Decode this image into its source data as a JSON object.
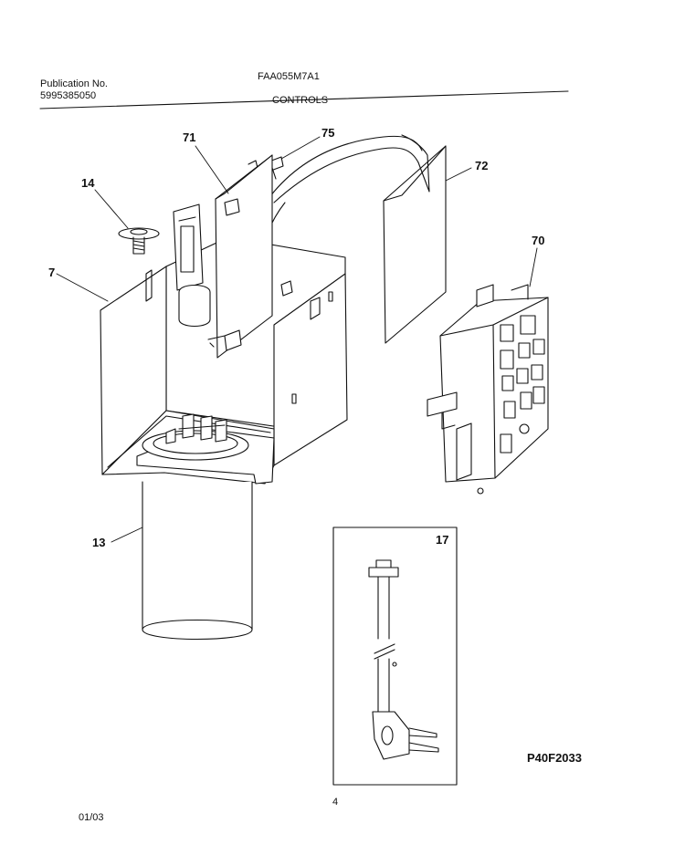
{
  "header": {
    "publication_label": "Publication No.",
    "publication_number": "5995385050",
    "model": "FAA055M7A1",
    "section_title": "CONTROLS"
  },
  "callouts": {
    "c71": "71",
    "c75": "75",
    "c72": "72",
    "c14": "14",
    "c70": "70",
    "c7": "7",
    "c13": "13",
    "c17": "17"
  },
  "footer": {
    "drawing_code": "P40F2033",
    "page_number": "4",
    "date": "01/03"
  }
}
